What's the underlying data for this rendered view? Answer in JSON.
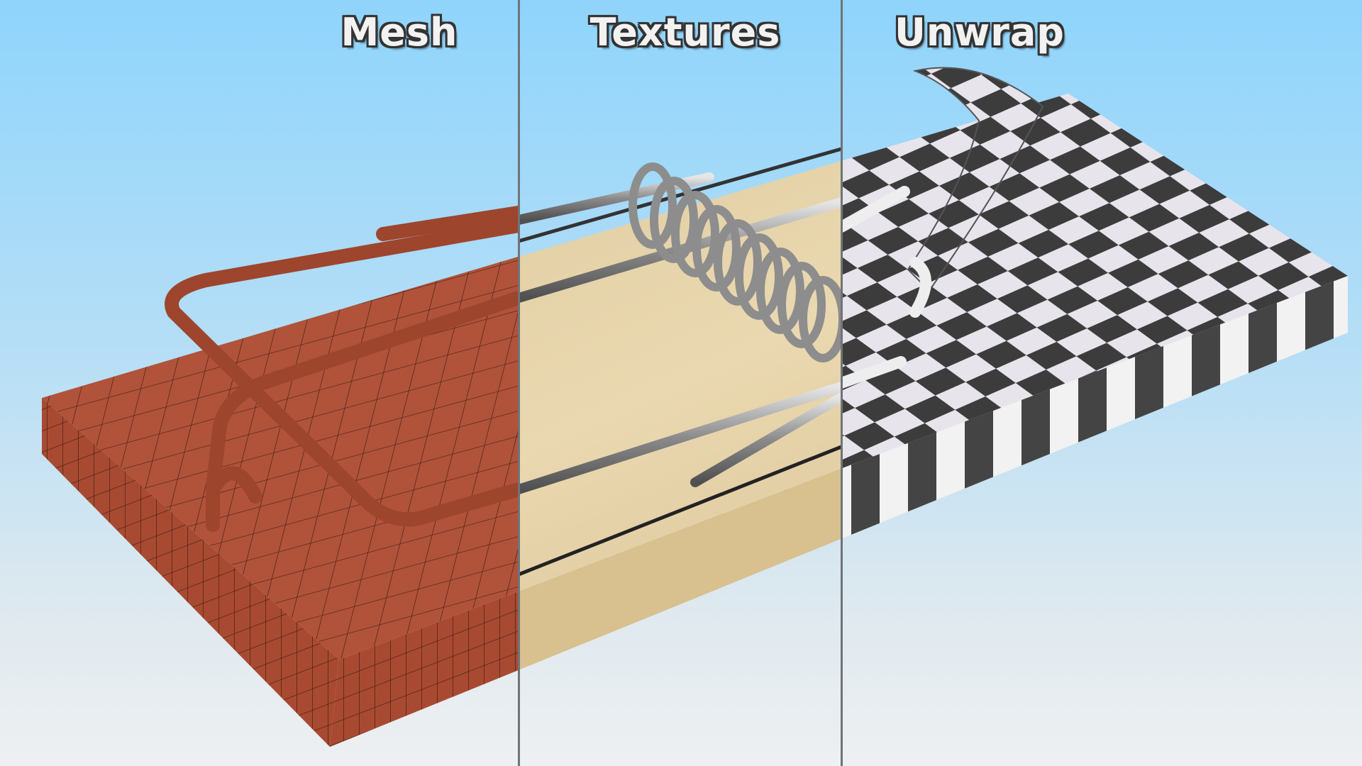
{
  "panels": [
    {
      "label": "Mesh",
      "color": "#b0533a"
    },
    {
      "label": "Textures",
      "color": "#e3cfa2"
    },
    {
      "label": "Unwrap",
      "color": "#3d3d3d"
    }
  ]
}
